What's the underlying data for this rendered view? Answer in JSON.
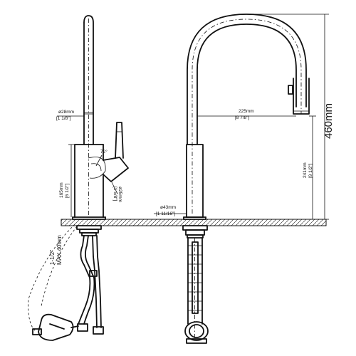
{
  "dimensions": {
    "spout_dia": {
      "mm": "ø28mm",
      "inch": "[1 1/8\"]"
    },
    "handle_angle": "72°",
    "handle_dia": {
      "mm": "ø25mm",
      "inch": "[1 5/8\"]"
    },
    "body_height": {
      "mm": "165mm",
      "inch": "[6 1/2\"]"
    },
    "base_dia": {
      "mm": "ø43mm",
      "inch": "[1 11/16\"]"
    },
    "reach": {
      "mm": "225mm",
      "inch": "[8 7/8\"]"
    },
    "spout_height": {
      "mm": "241mm",
      "inch": "[9 1/2\"]"
    },
    "total_height": "460mm",
    "deck_hole": {
      "line1": "1-1/2\"",
      "line2": "MAX 40mm"
    }
  }
}
